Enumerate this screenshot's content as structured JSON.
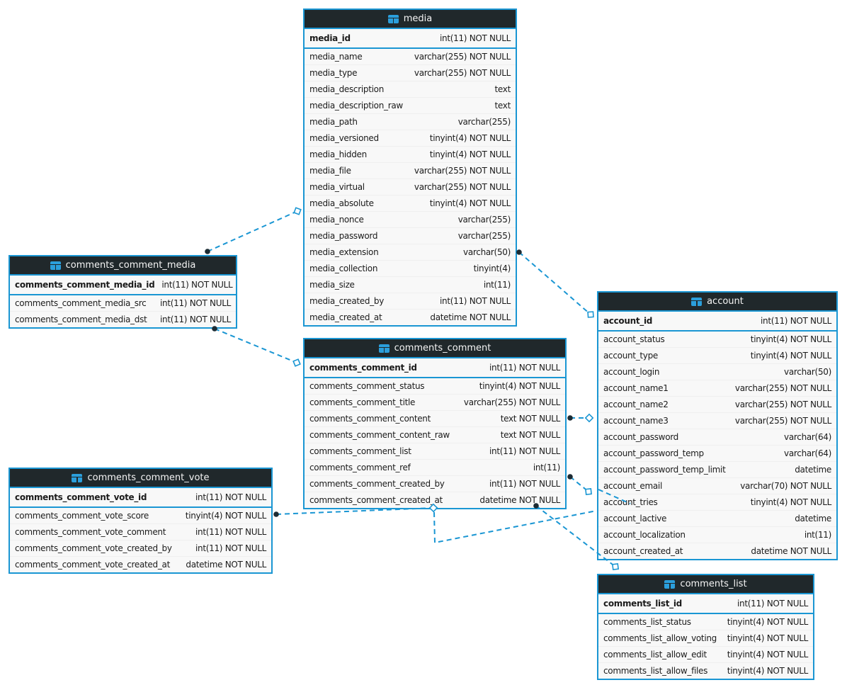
{
  "diagram": {
    "colors": {
      "accent": "#1a96d3",
      "header_bg": "#20282b",
      "body_bg": "#f8f8f8",
      "dot_marker": "#1c2b33",
      "diamond_fill": "#ffffff"
    },
    "tables": [
      {
        "name": "media",
        "icon": "table-icon",
        "primary_key": {
          "field": "media_id",
          "type": "int(11) NOT NULL"
        },
        "fields": [
          {
            "field": "media_name",
            "type": "varchar(255) NOT NULL"
          },
          {
            "field": "media_type",
            "type": "varchar(255) NOT NULL"
          },
          {
            "field": "media_description",
            "type": "text"
          },
          {
            "field": "media_description_raw",
            "type": "text"
          },
          {
            "field": "media_path",
            "type": "varchar(255)"
          },
          {
            "field": "media_versioned",
            "type": "tinyint(4) NOT NULL"
          },
          {
            "field": "media_hidden",
            "type": "tinyint(4) NOT NULL"
          },
          {
            "field": "media_file",
            "type": "varchar(255) NOT NULL"
          },
          {
            "field": "media_virtual",
            "type": "varchar(255) NOT NULL"
          },
          {
            "field": "media_absolute",
            "type": "tinyint(4) NOT NULL"
          },
          {
            "field": "media_nonce",
            "type": "varchar(255)"
          },
          {
            "field": "media_password",
            "type": "varchar(255)"
          },
          {
            "field": "media_extension",
            "type": "varchar(50)"
          },
          {
            "field": "media_collection",
            "type": "tinyint(4)"
          },
          {
            "field": "media_size",
            "type": "int(11)"
          },
          {
            "field": "media_created_by",
            "type": "int(11) NOT NULL"
          },
          {
            "field": "media_created_at",
            "type": "datetime NOT NULL"
          }
        ]
      },
      {
        "name": "comments_comment_media",
        "icon": "table-icon",
        "primary_key": {
          "field": "comments_comment_media_id",
          "type": "int(11) NOT NULL"
        },
        "fields": [
          {
            "field": "comments_comment_media_src",
            "type": "int(11) NOT NULL"
          },
          {
            "field": "comments_comment_media_dst",
            "type": "int(11) NOT NULL"
          }
        ]
      },
      {
        "name": "comments_comment",
        "icon": "table-icon",
        "primary_key": {
          "field": "comments_comment_id",
          "type": "int(11) NOT NULL"
        },
        "fields": [
          {
            "field": "comments_comment_status",
            "type": "tinyint(4) NOT NULL"
          },
          {
            "field": "comments_comment_title",
            "type": "varchar(255) NOT NULL"
          },
          {
            "field": "comments_comment_content",
            "type": "text NOT NULL"
          },
          {
            "field": "comments_comment_content_raw",
            "type": "text NOT NULL"
          },
          {
            "field": "comments_comment_list",
            "type": "int(11) NOT NULL"
          },
          {
            "field": "comments_comment_ref",
            "type": "int(11)"
          },
          {
            "field": "comments_comment_created_by",
            "type": "int(11) NOT NULL"
          },
          {
            "field": "comments_comment_created_at",
            "type": "datetime NOT NULL"
          }
        ]
      },
      {
        "name": "account",
        "icon": "table-icon",
        "primary_key": {
          "field": "account_id",
          "type": "int(11) NOT NULL"
        },
        "fields": [
          {
            "field": "account_status",
            "type": "tinyint(4) NOT NULL"
          },
          {
            "field": "account_type",
            "type": "tinyint(4) NOT NULL"
          },
          {
            "field": "account_login",
            "type": "varchar(50)"
          },
          {
            "field": "account_name1",
            "type": "varchar(255) NOT NULL"
          },
          {
            "field": "account_name2",
            "type": "varchar(255) NOT NULL"
          },
          {
            "field": "account_name3",
            "type": "varchar(255) NOT NULL"
          },
          {
            "field": "account_password",
            "type": "varchar(64)"
          },
          {
            "field": "account_password_temp",
            "type": "varchar(64)"
          },
          {
            "field": "account_password_temp_limit",
            "type": "datetime"
          },
          {
            "field": "account_email",
            "type": "varchar(70) NOT NULL"
          },
          {
            "field": "account_tries",
            "type": "tinyint(4) NOT NULL"
          },
          {
            "field": "account_lactive",
            "type": "datetime"
          },
          {
            "field": "account_localization",
            "type": "int(11)"
          },
          {
            "field": "account_created_at",
            "type": "datetime NOT NULL"
          }
        ]
      },
      {
        "name": "comments_comment_vote",
        "icon": "table-icon",
        "primary_key": {
          "field": "comments_comment_vote_id",
          "type": "int(11) NOT NULL"
        },
        "fields": [
          {
            "field": "comments_comment_vote_score",
            "type": "tinyint(4) NOT NULL"
          },
          {
            "field": "comments_comment_vote_comment",
            "type": "int(11) NOT NULL"
          },
          {
            "field": "comments_comment_vote_created_by",
            "type": "int(11) NOT NULL"
          },
          {
            "field": "comments_comment_vote_created_at",
            "type": "datetime NOT NULL"
          }
        ]
      },
      {
        "name": "comments_list",
        "icon": "table-icon",
        "primary_key": {
          "field": "comments_list_id",
          "type": "int(11) NOT NULL"
        },
        "fields": [
          {
            "field": "comments_list_status",
            "type": "tinyint(4) NOT NULL"
          },
          {
            "field": "comments_list_allow_voting",
            "type": "tinyint(4) NOT NULL"
          },
          {
            "field": "comments_list_allow_edit",
            "type": "tinyint(4) NOT NULL"
          },
          {
            "field": "comments_list_allow_files",
            "type": "tinyint(4) NOT NULL"
          }
        ]
      }
    ],
    "relationships": [
      {
        "from": "comments_comment_media",
        "to": "media"
      },
      {
        "from": "comments_comment_media",
        "to": "comments_comment"
      },
      {
        "from": "media",
        "to": "account"
      },
      {
        "from": "comments_comment",
        "to": "account"
      },
      {
        "from": "comments_comment",
        "to": "account"
      },
      {
        "from": "comments_comment_vote",
        "to": "comments_comment"
      },
      {
        "from": "comments_comment",
        "to": "comments_list"
      },
      {
        "from": "comments_comment_vote",
        "to": "account"
      },
      {
        "from": "comments_comment_vote",
        "to": "account"
      }
    ]
  }
}
